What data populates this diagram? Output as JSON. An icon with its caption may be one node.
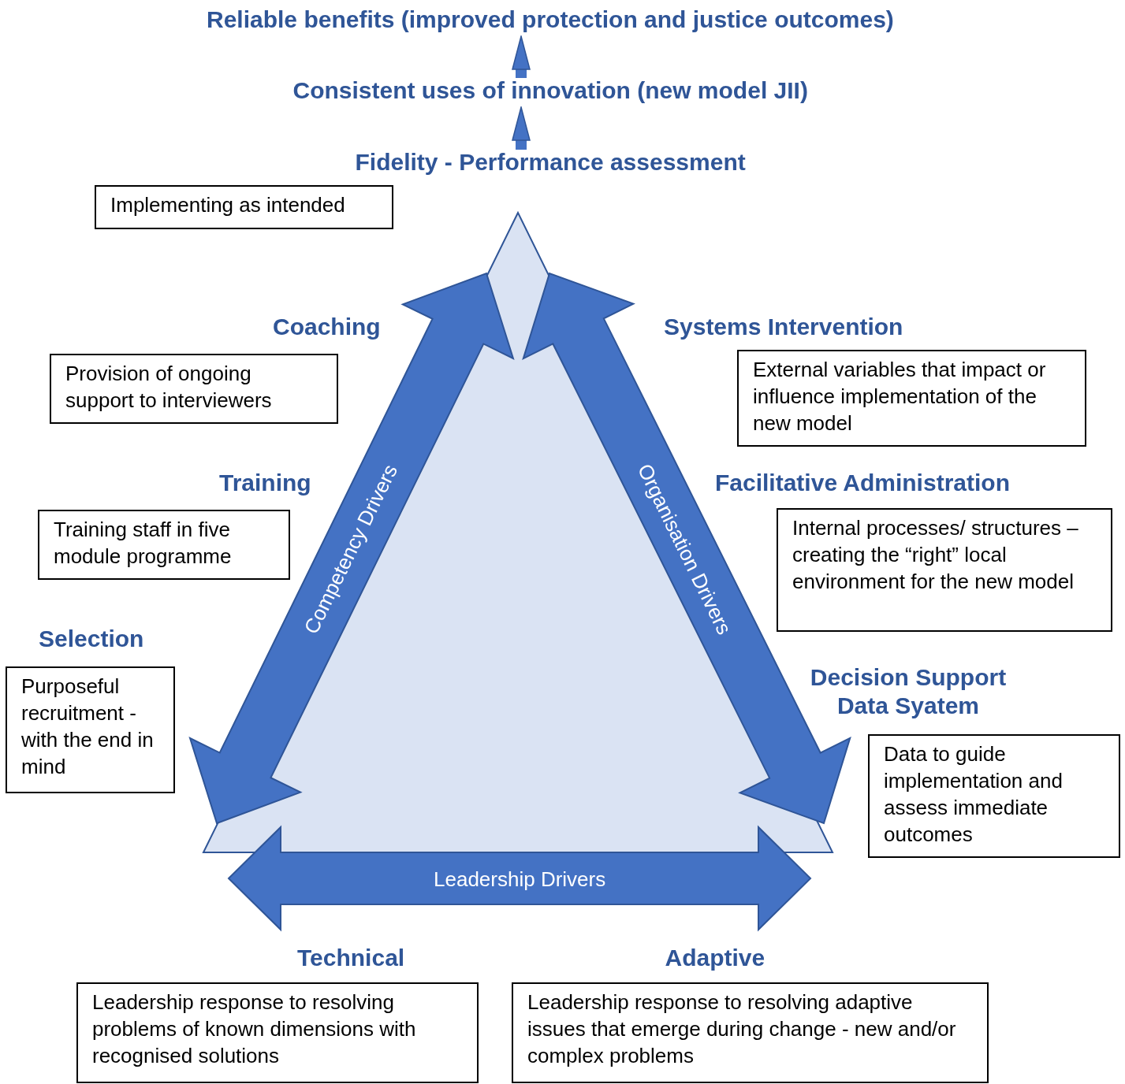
{
  "diagram": {
    "nodes": [
      {
        "text": [
          "Reliable benefits (improved protection and justice outcomes)"
        ]
      },
      {
        "text": [
          "Consistent uses of innovation (new model JII)"
        ]
      },
      {
        "text": [
          "Fidelity - Performance assessment"
        ]
      },
      {
        "text": [
          "Implementing as intended"
        ]
      },
      {
        "text": [
          "Coaching",
          "Provision of ongoing support to interviewers"
        ]
      },
      {
        "text": [
          "Systems Intervention",
          "External variables that impact or influence implementation of the new model"
        ]
      },
      {
        "text": [
          "Training",
          "Training staff in five module programme"
        ]
      },
      {
        "text": [
          "Facilitative Administration",
          "Internal processes/ structures – creating the “right” local environment for the new model"
        ]
      },
      {
        "text": [
          "Selection",
          "Purposeful recruitment - with the end in mind"
        ]
      },
      {
        "text": [
          "Decision Support Data Syatem",
          "Data to guide implementation and assess immediate outcomes"
        ]
      },
      {
        "text": [
          "Technical",
          "Leadership response to resolving problems of known dimensions with recognised solutions"
        ]
      },
      {
        "text": [
          "Adaptive",
          "Leadership response to resolving adaptive issues that emerge during change - new and/or complex problems"
        ]
      }
    ],
    "edges": [
      {
        "from": 2,
        "to": 1,
        "arrow": "to"
      },
      {
        "from": 1,
        "to": 0,
        "arrow": "to"
      }
    ],
    "labels": [
      "Competency Drivers",
      "Organisation Drivers",
      "Leadership Drivers"
    ]
  }
}
